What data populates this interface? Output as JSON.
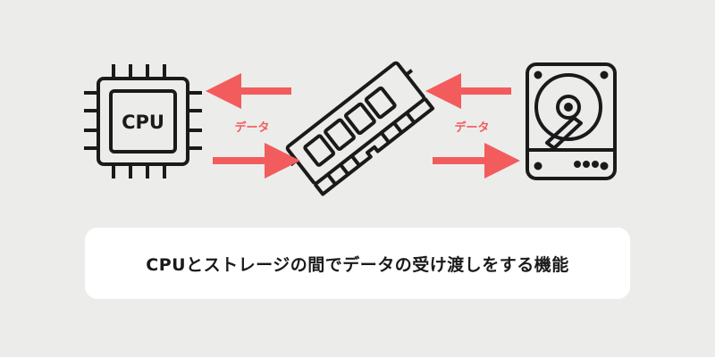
{
  "diagram": {
    "components": [
      {
        "id": "cpu",
        "label": "CPU",
        "icon": "cpu-chip-icon"
      },
      {
        "id": "memory",
        "label": "",
        "icon": "ram-module-icon"
      },
      {
        "id": "storage",
        "label": "",
        "icon": "hard-disk-drive-icon"
      }
    ],
    "flows": [
      {
        "from": "cpu",
        "to": "memory",
        "label": "データ",
        "bidirectional": true
      },
      {
        "from": "memory",
        "to": "storage",
        "label": "データ",
        "bidirectional": true
      }
    ],
    "caption": "CPUとストレージの間でデータの受け渡しをする機能"
  },
  "colors": {
    "background": "#ececeb",
    "arrow": "#f25c5c",
    "icon_stroke": "#1a1a1a",
    "caption_box": "#ffffff"
  }
}
